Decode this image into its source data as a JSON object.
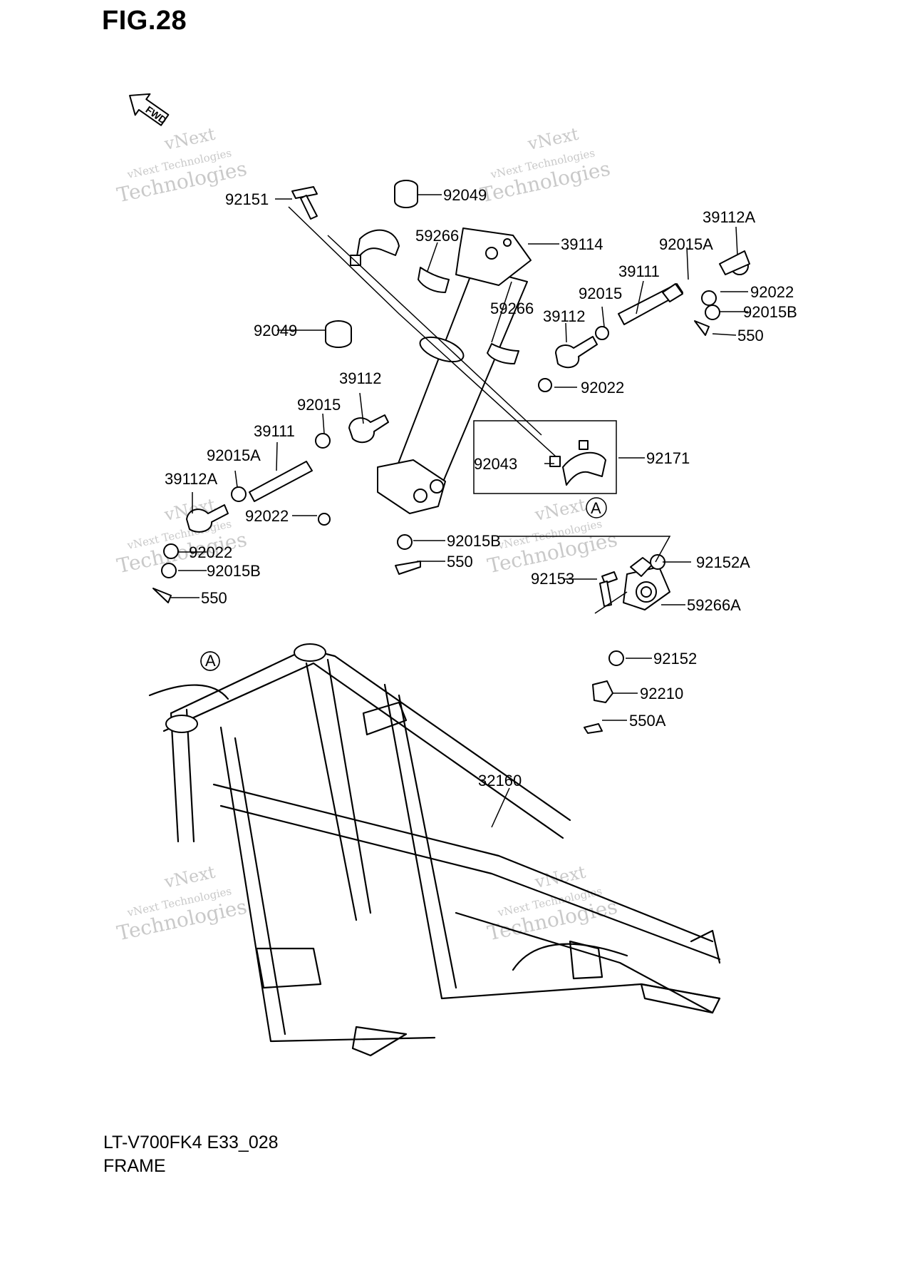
{
  "figure": {
    "title": "FIG.28",
    "model_code": "LT-V700FK4 E33_028",
    "section_name": "FRAME"
  },
  "fwd_label": "FWD",
  "ref_marks": {
    "a1": "A",
    "a2": "A"
  },
  "watermark": {
    "line1": "vNext",
    "line2": "vNext Technologies",
    "line3": "Technologies"
  },
  "parts": {
    "p92151": "92151",
    "p92049_top": "92049",
    "p92049_left": "92049",
    "p59266_a": "59266",
    "p59266_b": "59266",
    "p39114": "39114",
    "p39112A_right": "39112A",
    "p92015A_right": "92015A",
    "p39111_right": "39111",
    "p92015_right": "92015",
    "p92022_right": "92022",
    "p92015B_right": "92015B",
    "p550_right": "550",
    "p39112_right": "39112",
    "p92022_mid": "92022",
    "p39112_left": "39112",
    "p92015_left": "92015",
    "p39111_left": "39111",
    "p92015A_left": "92015A",
    "p39112A_left": "39112A",
    "p92043": "92043",
    "p92171": "92171",
    "p92022_center": "92022",
    "p92022_left": "92022",
    "p92015B_left": "92015B",
    "p550_left": "550",
    "p92015B_center": "92015B",
    "p550_center": "550",
    "p92152A": "92152A",
    "p92153": "92153",
    "p59266A": "59266A",
    "p92152": "92152",
    "p92210": "92210",
    "p550A": "550A",
    "p32160": "32160"
  }
}
